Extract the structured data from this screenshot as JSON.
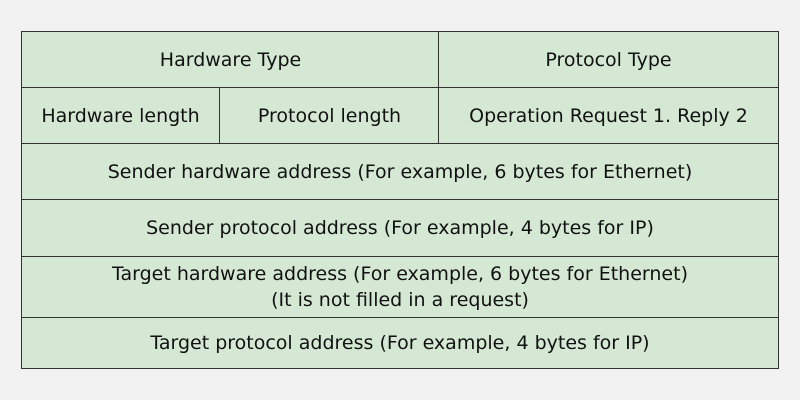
{
  "cells": {
    "hardware_type": "Hardware Type",
    "protocol_type": "Protocol Type",
    "hardware_length": "Hardware length",
    "protocol_length": "Protocol length",
    "operation": "Operation Request 1. Reply 2",
    "sender_hw": "Sender hardware address (For example, 6 bytes for Ethernet)",
    "sender_proto": "Sender protocol address (For example, 4 bytes for IP)",
    "target_hw_line1": "Target hardware address (For example, 6 bytes for Ethernet)",
    "target_hw_line2": "(It is not filled in a request)",
    "target_proto": "Target protocol address (For example, 4 bytes for IP)"
  }
}
